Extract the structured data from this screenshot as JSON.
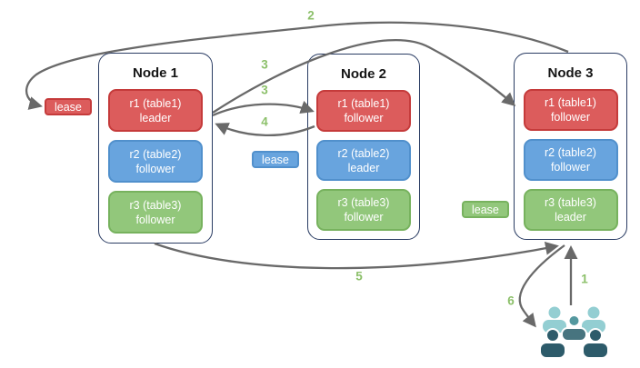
{
  "diagram": {
    "nodes": [
      {
        "title": "Node 1",
        "replicas": [
          {
            "name": "r1 (table1)",
            "role": "leader"
          },
          {
            "name": "r2 (table2)",
            "role": "follower"
          },
          {
            "name": "r3 (table3)",
            "role": "follower"
          }
        ]
      },
      {
        "title": "Node 2",
        "replicas": [
          {
            "name": "r1 (table1)",
            "role": "follower"
          },
          {
            "name": "r2 (table2)",
            "role": "leader"
          },
          {
            "name": "r3 (table3)",
            "role": "follower"
          }
        ]
      },
      {
        "title": "Node 3",
        "replicas": [
          {
            "name": "r1 (table1)",
            "role": "follower"
          },
          {
            "name": "r2 (table2)",
            "role": "follower"
          },
          {
            "name": "r3 (table3)",
            "role": "leader"
          }
        ]
      }
    ],
    "leases": [
      {
        "label": "lease",
        "color": "#dc5c5c"
      },
      {
        "label": "lease",
        "color": "#68a4de"
      },
      {
        "label": "lease",
        "color": "#92c77b"
      }
    ],
    "steps": {
      "s1": "1",
      "s2": "2",
      "s3a": "3",
      "s3b": "3",
      "s4": "4",
      "s5": "5",
      "s6": "6"
    },
    "colors": {
      "replica_red": "#dc5c5c",
      "replica_red_border": "#c53b3b",
      "replica_blue": "#68a4de",
      "replica_blue_border": "#5190cc",
      "replica_green": "#92c77b",
      "replica_green_border": "#77b25e",
      "node_border": "#2a3c63",
      "arrow": "#696969",
      "step_label": "#8cc06a",
      "users_light_teal": "#93ced2",
      "users_medium_teal": "#54989f",
      "users_mid_dark": "#47747f",
      "users_dark": "#2d5b6a"
    },
    "icons": {
      "users": "users-group-icon"
    }
  }
}
